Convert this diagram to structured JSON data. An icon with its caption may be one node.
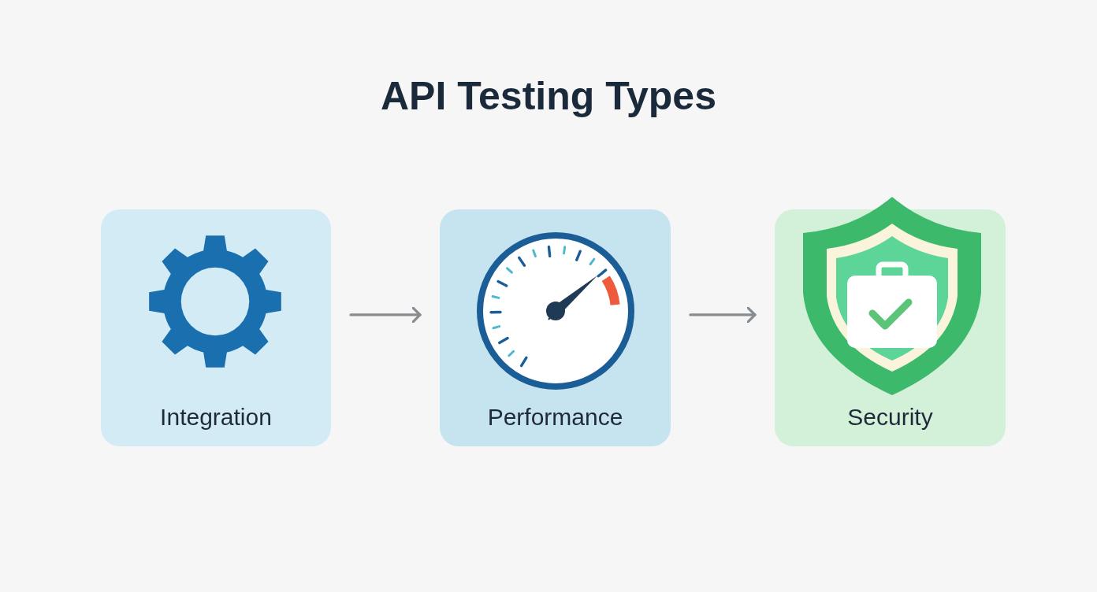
{
  "diagram": {
    "title": "API Testing Types",
    "nodes": [
      {
        "text": [
          "Integration"
        ]
      },
      {
        "text": [
          "Performance"
        ]
      },
      {
        "text": [
          "Security"
        ]
      }
    ],
    "edges": [
      {
        "from": 0,
        "to": 1,
        "arrow": "to"
      },
      {
        "from": 1,
        "to": 2,
        "arrow": "to"
      }
    ]
  }
}
